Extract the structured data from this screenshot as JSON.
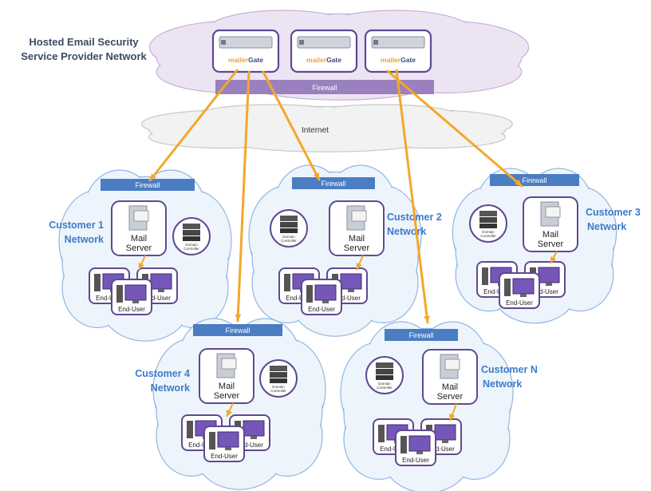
{
  "title": {
    "line1": "Hosted Email Security",
    "line2": "Service Provider Network"
  },
  "provider": {
    "firewall_label": "Firewall",
    "appliances": [
      {
        "brand_part1": "mailer",
        "brand_part2": "Gate"
      },
      {
        "brand_part1": "mailer",
        "brand_part2": "Gate"
      },
      {
        "brand_part1": "mailer",
        "brand_part2": "Gate"
      }
    ]
  },
  "internet_label": "Internet",
  "node_labels": {
    "firewall": "Firewall",
    "mail_server_line1": "Mail",
    "mail_server_line2": "Server",
    "domain_controller_line1": "Domain",
    "domain_controller_line2": "Controller",
    "end_user": "End-User"
  },
  "customers": [
    {
      "line1": "Customer 1",
      "line2": "Network"
    },
    {
      "line1": "Customer 2",
      "line2": "Network"
    },
    {
      "line1": "Customer 3",
      "line2": "Network"
    },
    {
      "line1": "Customer 4",
      "line2": "Network"
    },
    {
      "line1": "Customer N",
      "line2": "Network"
    }
  ],
  "colors": {
    "cloud_provider": "#ece4f3",
    "cloud_customer": "#eef4fb",
    "cloud_internet": "#f2f2f2",
    "firewall_bar": "#9a80be",
    "firewall_box": "#4a7dc2",
    "arrow": "#f4a72a",
    "customer_text": "#3d7cc8",
    "icon_border": "#5e4a92",
    "brand_orange": "#f0a030",
    "brand_navy": "#3a4a7a"
  }
}
